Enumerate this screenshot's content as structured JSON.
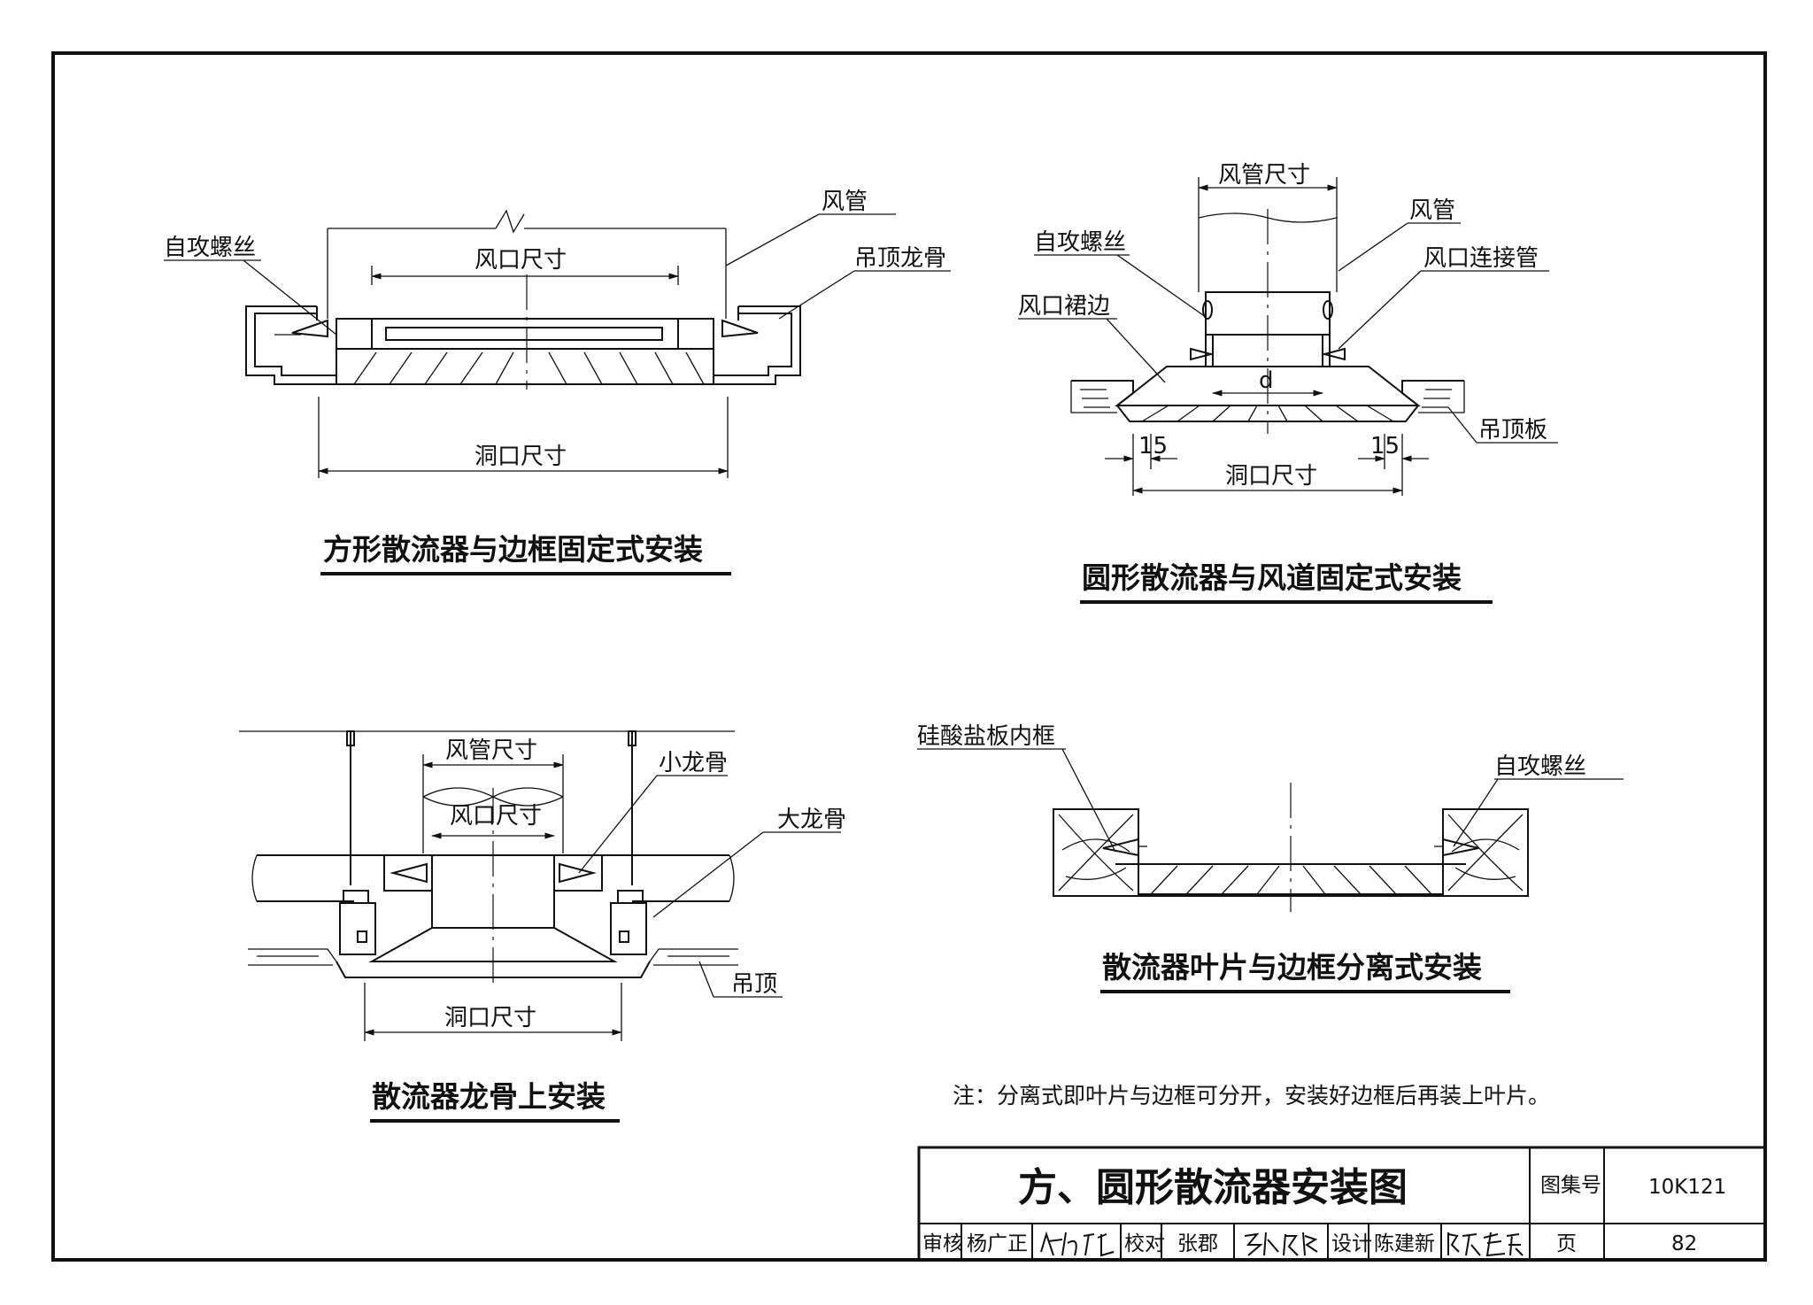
{
  "diagrams": {
    "square_fixed": {
      "caption": "方形散流器与边框固定式安装",
      "labels": {
        "self_tapping_screw": "自攻螺丝",
        "duct": "风管",
        "ceiling_keel": "吊顶龙骨",
        "outlet_size": "风口尺寸",
        "opening_size": "洞口尺寸"
      }
    },
    "round_duct": {
      "caption": "圆形散流器与风道固定式安装",
      "labels": {
        "duct_size": "风管尺寸",
        "self_tapping_screw": "自攻螺丝",
        "duct": "风管",
        "connector_pipe": "风口连接管",
        "skirt": "风口裙边",
        "d": "d",
        "ceiling_board": "吊顶板",
        "dim_left": "15",
        "dim_right": "15",
        "opening_size": "洞口尺寸"
      }
    },
    "keel_mount": {
      "caption": "散流器龙骨上安装",
      "labels": {
        "duct_size": "风管尺寸",
        "small_keel": "小龙骨",
        "outlet_size": "风口尺寸",
        "main_keel": "大龙骨",
        "ceiling": "吊顶",
        "opening_size": "洞口尺寸"
      }
    },
    "separate": {
      "caption": "散流器叶片与边框分离式安装",
      "labels": {
        "inner_frame": "硅酸盐板内框",
        "self_tapping_screw": "自攻螺丝"
      }
    }
  },
  "note": "注：分离式即叶片与边框可分开，安装好边框后再装上叶片。",
  "title_block": {
    "title": "方、圆形散流器安装图",
    "atlas_label": "图集号",
    "atlas_no": "10K121",
    "review_label": "审核",
    "reviewer": "杨广正",
    "check_label": "校对",
    "checker": "张郡",
    "design_label": "设计",
    "designer": "陈建新",
    "page_label": "页",
    "page_no": "82"
  }
}
